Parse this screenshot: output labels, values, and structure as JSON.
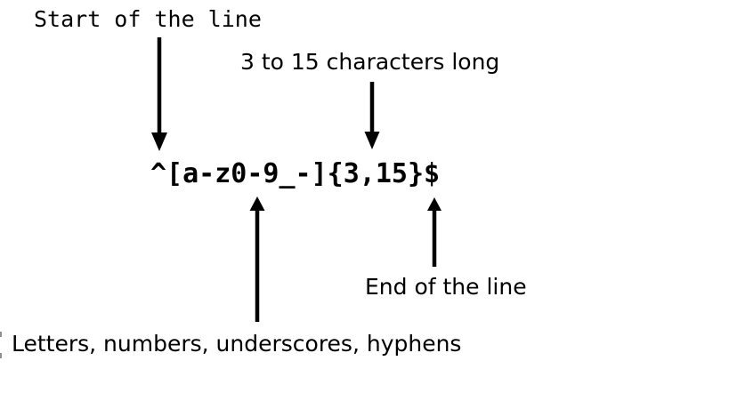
{
  "diagram": {
    "regex": "^[a-z0-9_-]{3,15}$",
    "annotations": {
      "start": {
        "label": "Start of the line",
        "target": "^"
      },
      "length": {
        "label": "3 to 15 characters long",
        "target": "{3,15}"
      },
      "charset": {
        "label": "Letters, numbers, underscores, hyphens",
        "target": "[a-z0-9_-]"
      },
      "end": {
        "label": "End of the line",
        "target": "$"
      }
    },
    "colors": {
      "ink": "#000000",
      "background": "#ffffff"
    }
  }
}
